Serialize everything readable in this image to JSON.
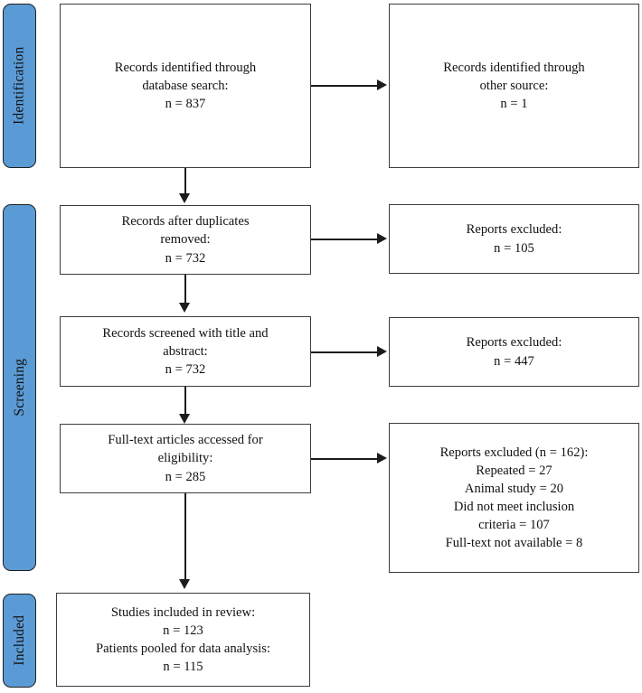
{
  "diagram": {
    "title": "PRISMA study selection flow diagram",
    "accent_color": "#5b9bd5",
    "box_border_color": "#3d3d3d",
    "connector_color": "#1c1c1c"
  },
  "stages": [
    {
      "id": "identification",
      "label": "Identification"
    },
    {
      "id": "screening",
      "label": "Screening"
    },
    {
      "id": "included",
      "label": "Included"
    }
  ],
  "boxes": {
    "records_database": {
      "text": "Records identified through\ndatabase search:\nn = 837",
      "count": "837"
    },
    "records_other": {
      "text": "Records identified through\nother source:\nn = 1",
      "count": "1"
    },
    "duplicates_removed": {
      "text": "Records after duplicates\nremoved:\nn = 732",
      "count": "732"
    },
    "excluded_duplicates": {
      "text": "Reports excluded:\nn = 105",
      "count": "105"
    },
    "screened_title_abstract": {
      "text": "Records screened with title and\nabstract:\nn = 732",
      "count": "732"
    },
    "excluded_screening": {
      "text": "Reports excluded:\nn = 447",
      "count": "447"
    },
    "fulltext_eligibility": {
      "text": "Full-text articles accessed for\neligibility:\nn = 285",
      "count": "285"
    },
    "excluded_fulltext": {
      "text": "Reports excluded (n = 162):\nRepeated = 27\nAnimal study = 20\nDid not meet inclusion\ncriteria = 107\nFull-text not available = 8",
      "count": "162"
    },
    "studies_included": {
      "text": "Studies included in review:\nn = 123\nPatients pooled for data analysis:\nn = 115",
      "count": "123",
      "patients": "115"
    }
  }
}
